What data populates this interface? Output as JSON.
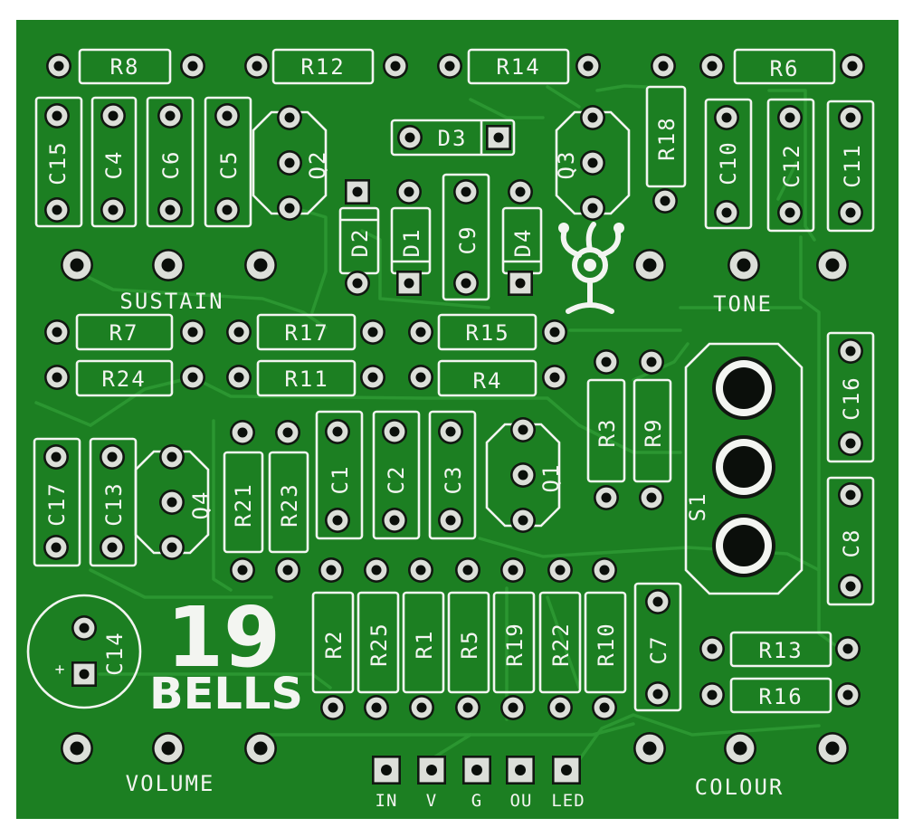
{
  "board": {
    "number": "19",
    "name": "BELLS",
    "colors": {
      "background": "#ffffff",
      "soldermask": "#1c7f22",
      "trace": "#2b9631",
      "silkscreen": "#f3f5f1",
      "pad": "#dcdfd9",
      "pad_ring": "#111711",
      "hole": "#0b0f0b"
    }
  },
  "controls": {
    "sustain": "SUSTAIN",
    "tone": "TONE",
    "volume": "VOLUME",
    "colour": "COLOUR"
  },
  "switch": {
    "S1": "S1"
  },
  "header": [
    "IN",
    "V",
    "G",
    "OU",
    "LED"
  ],
  "polarity_mark": "+",
  "resistors": {
    "R1": "R1",
    "R2": "R2",
    "R3": "R3",
    "R4": "R4",
    "R5": "R5",
    "R6": "R6",
    "R7": "R7",
    "R8": "R8",
    "R9": "R9",
    "R10": "R10",
    "R11": "R11",
    "R12": "R12",
    "R13": "R13",
    "R14": "R14",
    "R15": "R15",
    "R16": "R16",
    "R17": "R17",
    "R18": "R18",
    "R19": "R19",
    "R21": "R21",
    "R22": "R22",
    "R23": "R23",
    "R24": "R24",
    "R25": "R25"
  },
  "capacitors": {
    "C1": "C1",
    "C2": "C2",
    "C3": "C3",
    "C4": "C4",
    "C5": "C5",
    "C6": "C6",
    "C7": "C7",
    "C8": "C8",
    "C9": "C9",
    "C10": "C10",
    "C11": "C11",
    "C12": "C12",
    "C13": "C13",
    "C14": "C14",
    "C15": "C15",
    "C16": "C16",
    "C17": "C17"
  },
  "diodes": {
    "D1": "D1",
    "D2": "D2",
    "D3": "D3",
    "D4": "D4"
  },
  "transistors": {
    "Q1": "Q1",
    "Q2": "Q2",
    "Q3": "Q3",
    "Q4": "Q4"
  }
}
